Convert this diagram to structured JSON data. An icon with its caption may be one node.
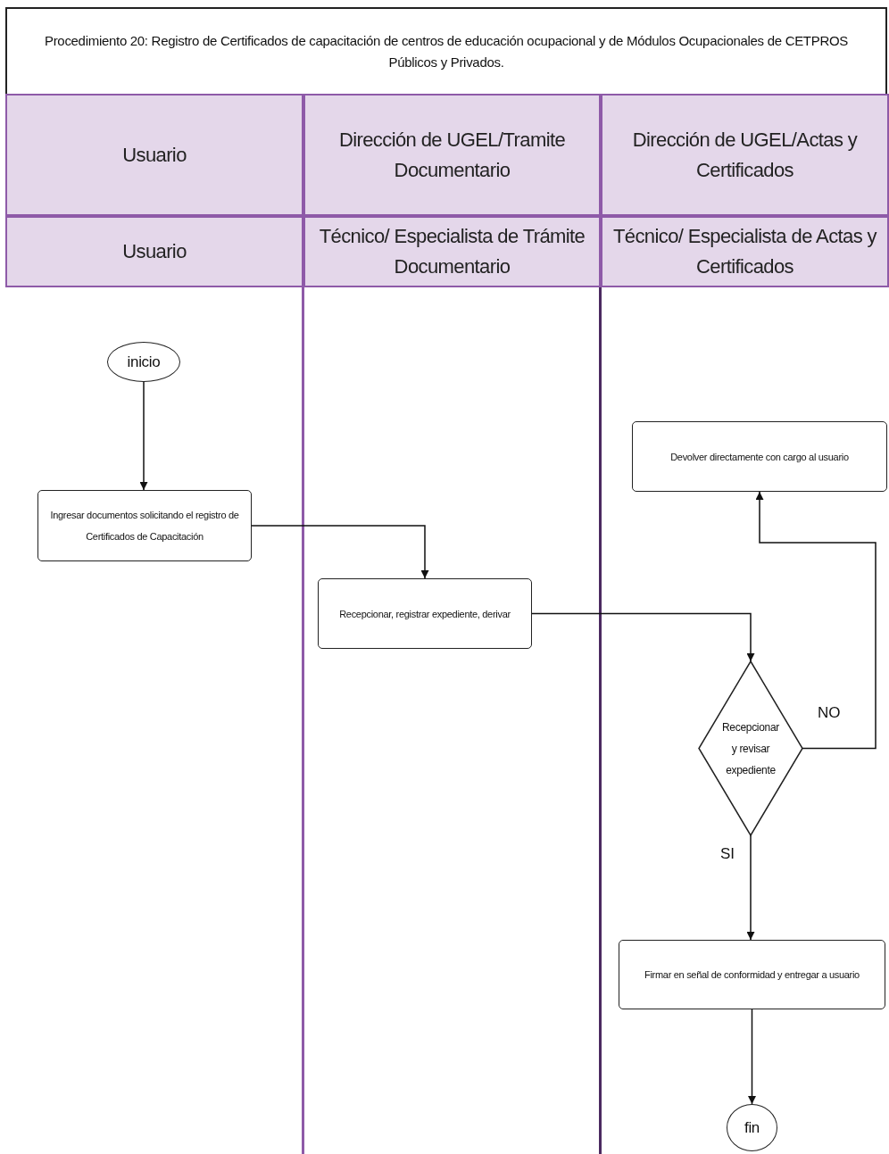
{
  "diagram": {
    "title": "Procedimiento 20: Registro de Certificados de capacitación de centros de educación ocupacional y de Módulos Ocupacionales de CETPROS Públicos y Privados.",
    "nodes": [
      {
        "text": [
          "Usuario"
        ]
      },
      {
        "text": [
          "Dirección de UGEL/Tramite Documentario"
        ]
      },
      {
        "text": [
          "Dirección de UGEL/Actas y Certificados"
        ]
      },
      {
        "text": [
          "Usuario"
        ]
      },
      {
        "text": [
          "Técnico/ Especialista de Trámite Documentario"
        ]
      },
      {
        "text": [
          "Técnico/ Especialista de Actas y Certificados"
        ]
      },
      {
        "text": [
          "inicio"
        ]
      },
      {
        "text": [
          "Ingresar documentos solicitando el registro de Certificados de Capacitación"
        ]
      },
      {
        "text": [
          "Recepcionar, registrar expediente, derivar"
        ]
      },
      {
        "text": [
          "Devolver directamente con cargo al usuario"
        ]
      },
      {
        "text": [
          "Recepcionar y revisar expediente"
        ]
      },
      {
        "text": [
          "Firmar en señal de conformidad y entregar a usuario"
        ]
      },
      {
        "text": [
          "fin"
        ]
      }
    ],
    "edges": [
      {
        "from": 6,
        "to": 7,
        "arrow": "to"
      },
      {
        "from": 7,
        "to": 8,
        "arrow": "to"
      },
      {
        "from": 8,
        "to": 10,
        "arrow": "to"
      },
      {
        "from": 10,
        "to": 9,
        "arrow": "to",
        "label": "NO"
      },
      {
        "from": 10,
        "to": 11,
        "arrow": "to",
        "label": "SI"
      },
      {
        "from": 11,
        "to": 12,
        "arrow": "to"
      }
    ]
  }
}
